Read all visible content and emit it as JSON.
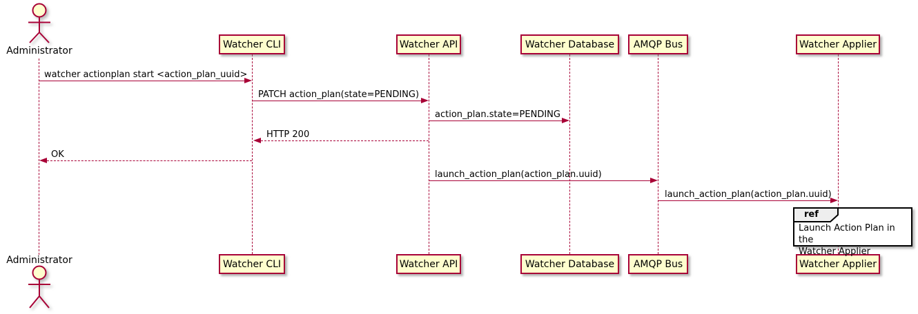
{
  "diagram": {
    "type": "sequence",
    "colors": {
      "participant_fill": "#FEFECE",
      "participant_border": "#A80036",
      "arrow": "#A80036",
      "lifeline": "#A80036",
      "text": "#000000",
      "ref_border": "#000000",
      "ref_fill": "#FFFFFF",
      "ref_tab_fill": "#EEEEEE"
    },
    "actor": {
      "name": "Administrator"
    },
    "participants": [
      {
        "label": "Watcher CLI"
      },
      {
        "label": "Watcher API"
      },
      {
        "label": "Watcher Database"
      },
      {
        "label": "AMQP Bus"
      },
      {
        "label": "Watcher Applier"
      }
    ],
    "messages": [
      {
        "label": "watcher actionplan start <action_plan_uuid>",
        "from": "Administrator",
        "to": "Watcher CLI",
        "line": "solid"
      },
      {
        "label": "PATCH action_plan(state=PENDING)",
        "from": "Watcher CLI",
        "to": "Watcher API",
        "line": "solid"
      },
      {
        "label": "action_plan.state=PENDING",
        "from": "Watcher API",
        "to": "Watcher Database",
        "line": "solid"
      },
      {
        "label": "HTTP 200",
        "from": "Watcher API",
        "to": "Watcher CLI",
        "line": "dashed"
      },
      {
        "label": "OK",
        "from": "Watcher CLI",
        "to": "Administrator",
        "line": "dashed"
      },
      {
        "label": "launch_action_plan(action_plan.uuid)",
        "from": "Watcher API",
        "to": "AMQP Bus",
        "line": "solid"
      },
      {
        "label": "launch_action_plan(action_plan.uuid)",
        "from": "AMQP Bus",
        "to": "Watcher Applier",
        "line": "solid"
      }
    ],
    "ref_fragment": {
      "keyword": "ref",
      "text": "Launch Action Plan in the\nWatcher Applier"
    }
  }
}
